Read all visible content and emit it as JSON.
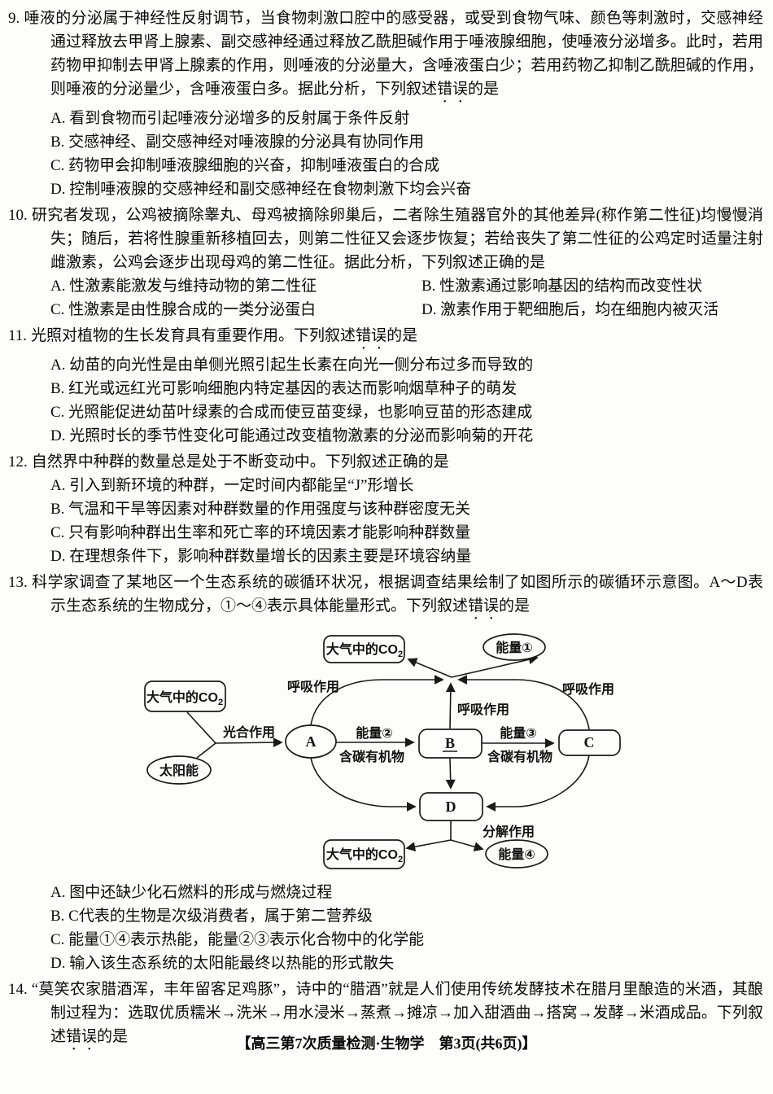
{
  "footer": "【高三第7次质量检测·生物学　第3页(共6页)】",
  "questions": {
    "q9": {
      "num": "9.",
      "stem_pre": "唾液的分泌属于神经性反射调节，当食物刺激口腔中的感受器，或受到食物气味、颜色等刺激时，交感神经通过释放去甲肾上腺素、副交感神经通过释放乙酰胆碱作用于唾液腺细胞，使唾液分泌增多。此时，若用药物甲抑制去甲肾上腺素的作用，则唾液的分泌量大，含唾液蛋白少；若用药物乙抑制乙酰胆碱的作用，则唾液的分泌量少，含唾液蛋白多。据此分析，下列叙述",
      "stem_emph": "错误",
      "stem_post": "的是",
      "options": [
        "A. 看到食物而引起唾液分泌增多的反射属于条件反射",
        "B. 交感神经、副交感神经对唾液腺的分泌具有协同作用",
        "C. 药物甲会抑制唾液腺细胞的兴奋，抑制唾液蛋白的合成",
        "D. 控制唾液腺的交感神经和副交感神经在食物刺激下均会兴奋"
      ]
    },
    "q10": {
      "num": "10.",
      "stem_pre": "研究者发现，公鸡被摘除睾丸、母鸡被摘除卵巢后，二者除生殖器官外的其他差异(称作第二性征)均慢慢消失；随后，若将性腺重新移植回去，则第二性征又会逐步恢复；若给丧失了第二性征的公鸡定时适量注射雌激素，公鸡会逐步出现母鸡的第二性征。据此分析，下列叙述正确的是",
      "options": [
        "A. 性激素能激发与维持动物的第二性征",
        "B. 性激素通过影响基因的结构而改变性状",
        "C. 性激素是由性腺合成的一类分泌蛋白",
        "D. 激素作用于靶细胞后，均在细胞内被灭活"
      ]
    },
    "q11": {
      "num": "11.",
      "stem_pre": "光照对植物的生长发育具有重要作用。下列叙述",
      "stem_emph": "错误",
      "stem_post": "的是",
      "options": [
        "A. 幼苗的向光性是由单侧光照引起生长素在向光一侧分布过多而导致的",
        "B. 红光或远红光可影响细胞内特定基因的表达而影响烟草种子的萌发",
        "C. 光照能促进幼苗叶绿素的合成而使豆苗变绿，也影响豆苗的形态建成",
        "D. 光照时长的季节性变化可能通过改变植物激素的分泌而影响菊的开花"
      ]
    },
    "q12": {
      "num": "12.",
      "stem_pre": "自然界中种群的数量总是处于不断变动中。下列叙述正确的是",
      "options": [
        "A. 引入到新环境的种群，一定时间内都能呈“J”形增长",
        "B. 气温和干旱等因素对种群数量的作用强度与该种群密度无关",
        "C. 只有影响种群出生率和死亡率的环境因素才能影响种群数量",
        "D. 在理想条件下，影响种群数量增长的因素主要是环境容纳量"
      ]
    },
    "q13": {
      "num": "13.",
      "stem_pre": "科学家调查了某地区一个生态系统的碳循环状况，根据调查结果绘制了如图所示的碳循环示意图。A～D表示生态系统的生物成分，①～④表示具体能量形式。下列叙述",
      "stem_emph": "错误",
      "stem_post": "的是",
      "options": [
        "A. 图中还缺少化石燃料的形成与燃烧过程",
        "B. C代表的生物是次级消费者，属于第二营养级",
        "C. 能量①④表示热能，能量②③表示化合物中的化学能",
        "D. 输入该生态系统的太阳能最终以热能的形式散失"
      ]
    },
    "q14": {
      "num": "14.",
      "stem_pre": "“莫笑农家腊酒浑，丰年留客足鸡豚”，诗中的“腊酒”就是人们使用传统发酵技术在腊月里酿造的米酒，其酿制过程为：选取优质糯米→洗米→用水浸米→蒸煮→摊凉→加入甜酒曲→搭窝→发酵→米酒成品。下列叙述",
      "stem_emph": "错误",
      "stem_post": "的是"
    }
  },
  "diagram": {
    "co2_main": "大气中的CO",
    "co2_sub": "2",
    "solar": "太阳能",
    "energy1": "能量①",
    "energy2": "能量②",
    "energy3": "能量③",
    "energy4": "能量④",
    "node_a": "A",
    "node_b": "B",
    "node_c": "C",
    "node_d": "D",
    "photosynthesis": "光合作用",
    "respiration_left": "呼吸作用",
    "respiration_mid": "呼吸作用",
    "respiration_right": "呼吸作用",
    "organic_left": "含碳有机物",
    "organic_right": "含碳有机物",
    "decomposition": "分解作用"
  }
}
